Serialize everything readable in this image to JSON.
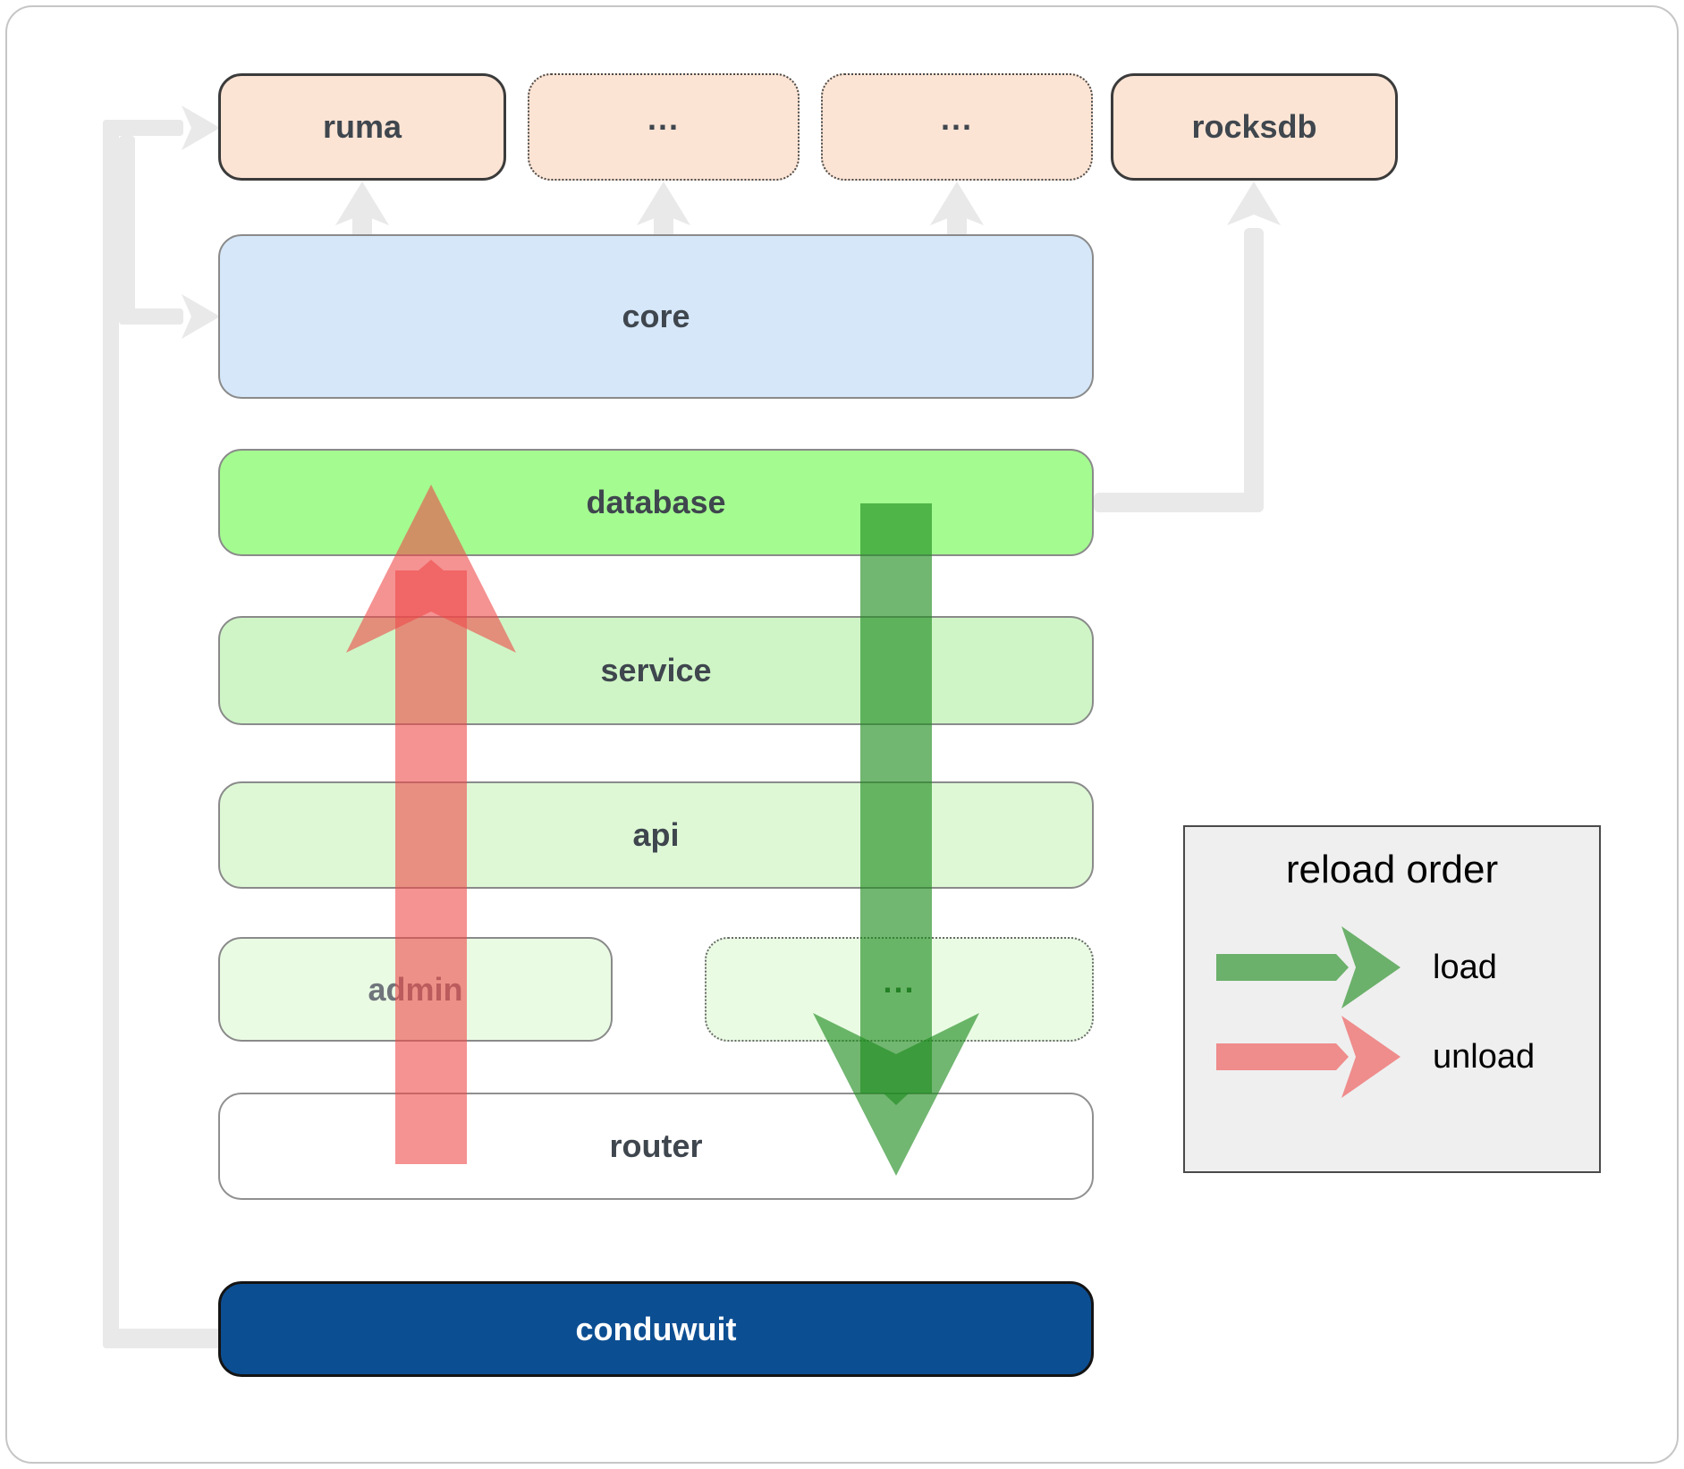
{
  "diagram": {
    "boxes": {
      "ruma": "ruma",
      "deps_more_1": "...",
      "deps_more_2": "...",
      "rocksdb": "rocksdb",
      "core": "core",
      "database": "database",
      "service": "service",
      "api": "api",
      "admin": "admin",
      "services_more": "...",
      "router": "router",
      "conduwuit": "conduwuit"
    },
    "legend": {
      "title": "reload order",
      "load": "load",
      "unload": "unload"
    },
    "colors": {
      "load_green": "#1e8c1e",
      "unload_red": "#ef4a4a",
      "database_green": "#a4fb90",
      "service_green": "#cff5c6",
      "api_green": "#def8d6",
      "faint_green": "#eafbe4",
      "core_blue": "#d5e7f8",
      "dependency_peach": "#fce4d4",
      "conduwuit_blue": "#0c4e92",
      "connector_gray": "#e9e9e9",
      "legend_bg": "#efefef"
    }
  }
}
